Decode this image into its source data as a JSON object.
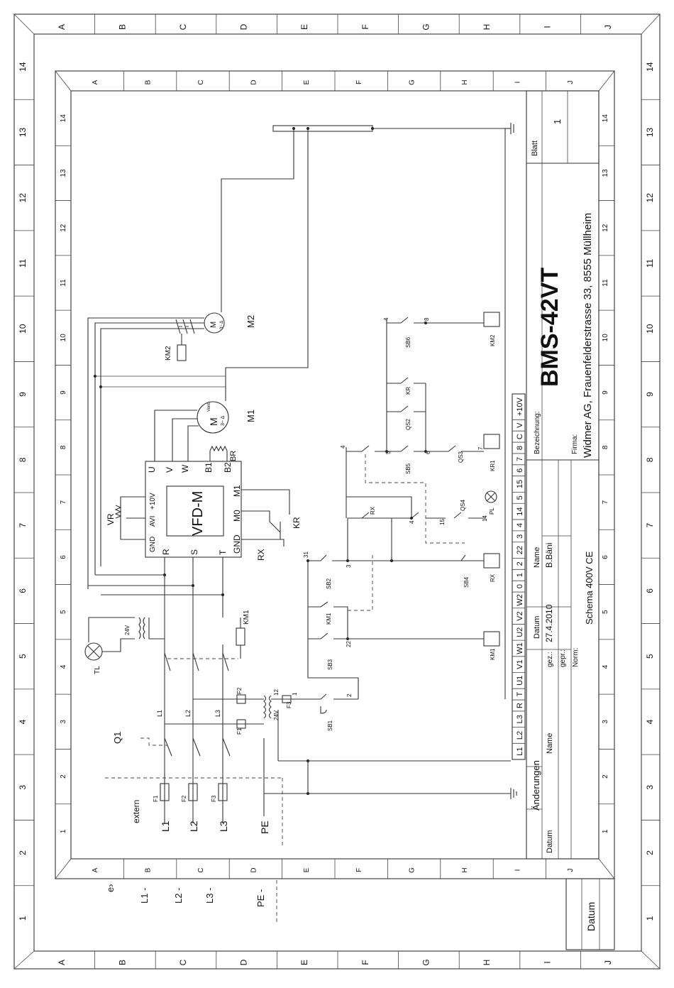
{
  "frame": {
    "outer_rows": [
      "A",
      "B",
      "C",
      "D",
      "E",
      "F",
      "G",
      "H",
      "I",
      "J"
    ],
    "inner_rows": [
      "A",
      "B",
      "C",
      "D",
      "E",
      "F",
      "G",
      "H",
      "I",
      "J"
    ],
    "outer_cols": [
      "14",
      "13",
      "12",
      "11",
      "10",
      "9",
      "8",
      "7",
      "6",
      "5",
      "4",
      "3",
      "2",
      "1"
    ],
    "inner_cols": [
      "14",
      "13",
      "12",
      "11",
      "10",
      "9",
      "8",
      "7",
      "6",
      "5",
      "4",
      "3",
      "2",
      "1"
    ]
  },
  "supply": {
    "extern": "extern",
    "lines": [
      "L1",
      "L2",
      "L3"
    ],
    "pe": "PE",
    "fuses": [
      "F1",
      "F2",
      "F3"
    ],
    "outer_lines": [
      "L1 -",
      "L2 -",
      "L3 -"
    ],
    "outer_pe": "PE -",
    "outer_ex": "e›"
  },
  "power": {
    "main_switch": "Q1",
    "phase_taps": [
      "L1",
      "L2",
      "L3"
    ],
    "ctrl_fuses": [
      "F1",
      "F2",
      "F3"
    ],
    "fuse_nums": [
      "12",
      "1"
    ],
    "transformer_voltage": "24V",
    "lamp_transformer_voltage": "24V",
    "lamp": "TL",
    "contactor_km1": "KM1",
    "contactor_km2": "KM2"
  },
  "vfd": {
    "name": "VFD-M",
    "top_terminals": [
      "U",
      "V",
      "W",
      "B1",
      "B2"
    ],
    "left_terminals": [
      "GND",
      "AVI",
      "+10V"
    ],
    "bottom_terminals": [
      "R",
      "S",
      "T"
    ],
    "right_terminals": [
      "M1",
      "M0",
      "GND"
    ],
    "potentiometer": "VR",
    "brake_resistor": "BR",
    "relay_kr": "KR",
    "relay_rx": "RX"
  },
  "motors": {
    "m1_label": "M1",
    "m1_sub": [
      "M",
      "Vent.",
      "3~ Δ"
    ],
    "m2_label": "M2",
    "m2_sub": [
      "M",
      "3~ Δ"
    ]
  },
  "control": {
    "buttons": [
      "SB1",
      "SB2",
      "SB3",
      "SB4",
      "SB5",
      "SB6"
    ],
    "switches": [
      "QS2",
      "QS3",
      "QS4"
    ],
    "coils": [
      "KM1",
      "RX",
      "KR1",
      "KM2"
    ],
    "pilot_lamp": "PL",
    "contacts": [
      "KM1",
      "RX",
      "KR"
    ],
    "nodes": [
      "2",
      "22",
      "3",
      "31",
      "4",
      "5",
      "6",
      "7",
      "14",
      "15",
      "4",
      "8",
      "4"
    ]
  },
  "terminals": [
    "L1",
    "L2",
    "L3",
    "R",
    "T",
    "U1",
    "V1",
    "W1",
    "U2",
    "V2",
    "W2",
    "0",
    "1",
    "2",
    "22",
    "3",
    "4",
    "14",
    "5",
    "15",
    "6",
    "7",
    "8",
    "C",
    "V",
    "+10V"
  ],
  "title_block": {
    "changes_header": "Änderungen",
    "changes_cols": [
      "Datum",
      "Name"
    ],
    "bottom_cols": [
      "Datum",
      "Name"
    ],
    "rows": [
      "gez.:",
      "gepr.:",
      "Norm:"
    ],
    "date": "27.4.2010",
    "drawn_by": "B.Bäni",
    "schema": "Schema 400V CE",
    "designation_label": "Bezeichnung:",
    "designation": "BMS-42VT",
    "company_label": "Firma:",
    "company": "Widmer AG, Frauenfelderstrasse 33, 8555 Müllheim",
    "sheet_label": "Blatt",
    "sheet_number": "1",
    "corner_label": "Datum"
  }
}
